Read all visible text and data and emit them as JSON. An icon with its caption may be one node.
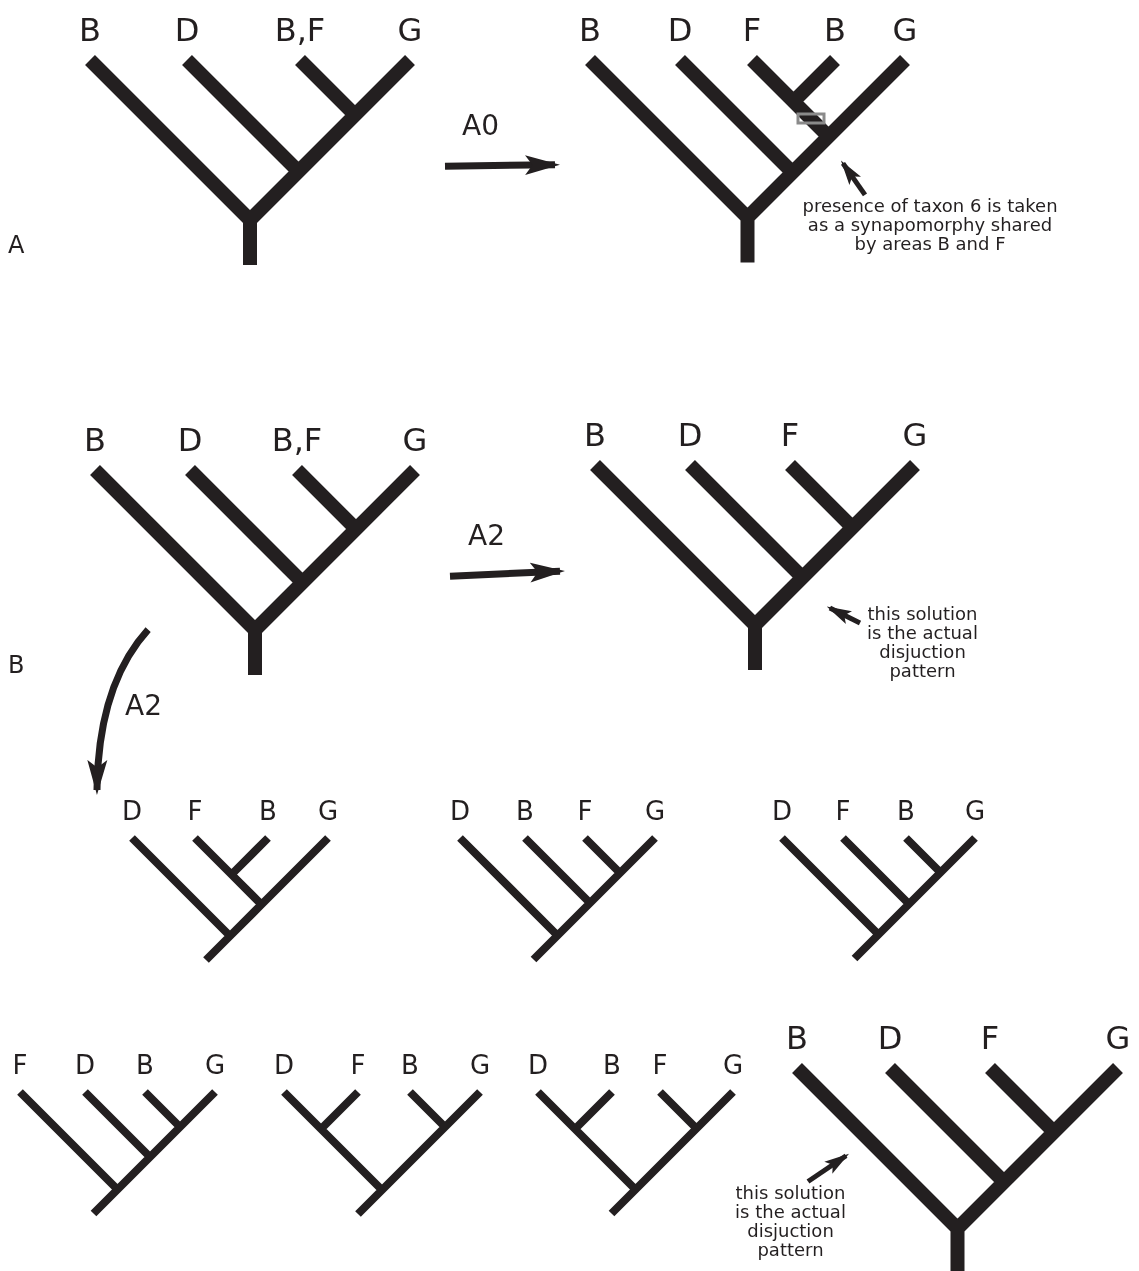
{
  "diagram": {
    "nodes": [
      {
        "text": [
          "B",
          "D",
          "B,F",
          "G"
        ]
      },
      {
        "text": [
          "B",
          "D",
          "F",
          "B",
          "G"
        ]
      },
      {
        "text": [
          "presence of taxon 6 is taken as a synapomorphy shared by areas B and F"
        ]
      },
      {
        "text": [
          "B",
          "D",
          "B,F",
          "G"
        ]
      },
      {
        "text": [
          "B",
          "D",
          "F",
          "G"
        ]
      },
      {
        "text": [
          "this solution is the actual disjuction pattern"
        ]
      },
      {
        "text": [
          "D",
          "F",
          "B",
          "G"
        ]
      },
      {
        "text": [
          "D",
          "B",
          "F",
          "G"
        ]
      },
      {
        "text": [
          "D",
          "F",
          "B",
          "G"
        ]
      },
      {
        "text": [
          "F",
          "D",
          "B",
          "G"
        ]
      },
      {
        "text": [
          "D",
          "F",
          "B",
          "G"
        ]
      },
      {
        "text": [
          "D",
          "B",
          "F",
          "G"
        ]
      },
      {
        "text": [
          "B",
          "D",
          "F",
          "G"
        ]
      },
      {
        "text": [
          "this solution is the actual disjuction pattern"
        ]
      }
    ],
    "edges": [
      {
        "from": 0,
        "to": 1,
        "arrow": "to",
        "label": "A0"
      },
      {
        "from": 2,
        "to": 1,
        "arrow": "to"
      },
      {
        "from": 3,
        "to": 4,
        "arrow": "to",
        "label": "A2"
      },
      {
        "from": 3,
        "to": 6,
        "arrow": "to",
        "label": "A2"
      },
      {
        "from": 5,
        "to": 4,
        "arrow": "to"
      },
      {
        "from": 13,
        "to": 12,
        "arrow": "to"
      }
    ],
    "labels": [
      "A",
      "B"
    ]
  }
}
